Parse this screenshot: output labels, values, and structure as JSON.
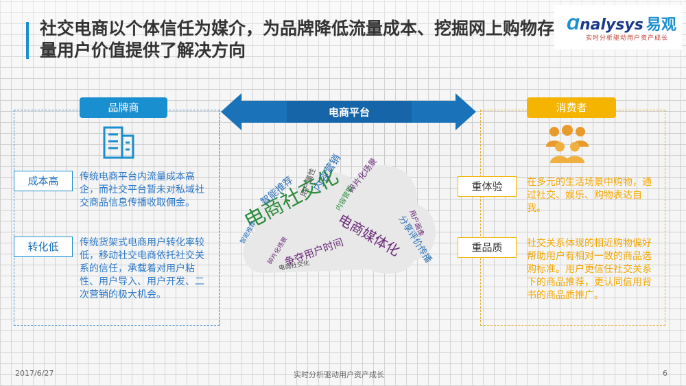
{
  "title": "社交电商以个体信任为媒介，为品牌降低流量成本、挖掘网上购物存量用户价值提供了解决方向",
  "logo": {
    "main_prefix": "nalysys",
    "brand_cn": "易观",
    "tagline": "实时分析驱动用户资产成长"
  },
  "left": {
    "header": "品牌商",
    "items": [
      {
        "label": "成本高",
        "text": "传统电商平台内流量成本高企，而社交平台暂未对私域社交商品信息传播收取佣金。"
      },
      {
        "label": "转化低",
        "text": "传统货架式电商用户转化率较低，移动社交电商依托社交关系的信任，承载着对用户粘性、用户导入、用户开发、二次营销的极大机会。"
      }
    ]
  },
  "center": {
    "platform": "电商平台",
    "cloud_words": [
      "电商社交化",
      "电商媒体化",
      "争夺用户时间",
      "内容营销",
      "智能推荐",
      "用户属性",
      "电商社交化",
      "碎片化场景",
      "分享评价传播",
      "用户画像",
      "内容营销",
      "智能推荐",
      "碎片化场景"
    ]
  },
  "right": {
    "header": "消费者",
    "items": [
      {
        "label": "重体验",
        "text": "在多元的生活场景中购物，通过社交、娱乐、购物表达自我。"
      },
      {
        "label": "重品质",
        "text": "社交关系体现的相近购物偏好帮助用户有相对一致的商品选购标准。用户更信任社交关系下的商品推荐，更认同信用背书的商品质推广。"
      }
    ]
  },
  "footer": {
    "date": "2017/6/27",
    "center": "实时分析驱动用户资产成长",
    "page": "6"
  },
  "colors": {
    "brand_blue": "#1a8fd0",
    "consumer_orange": "#f4b400",
    "arrow_blue": "#1a73b8"
  }
}
